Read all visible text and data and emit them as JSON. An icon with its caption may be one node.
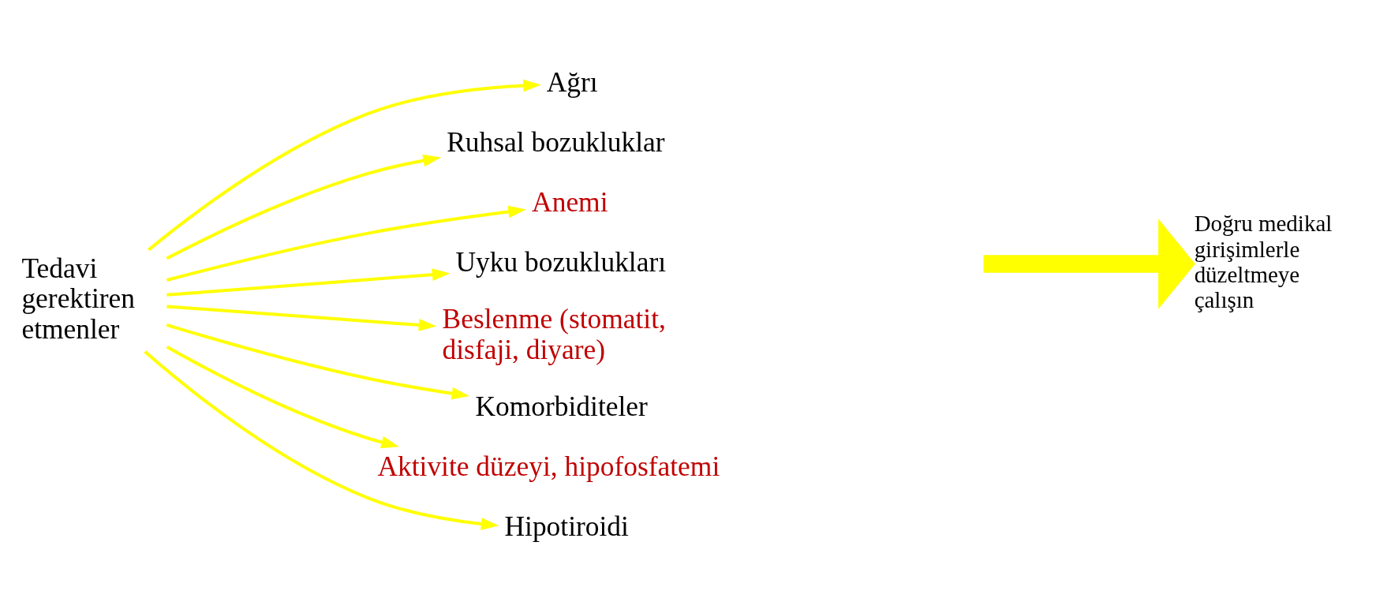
{
  "diagram": {
    "nodes": [
      {
        "text": [
          "Tedavi gerektiren etmenler"
        ]
      },
      {
        "text": [
          "Ağrı"
        ]
      },
      {
        "text": [
          "Ruhsal bozukluklar"
        ]
      },
      {
        "text": [
          "Anemi"
        ]
      },
      {
        "text": [
          "Uyku bozuklukları"
        ]
      },
      {
        "text": [
          "Beslenme (stomatit, disfaji, diyare)"
        ]
      },
      {
        "text": [
          "Komorbiditeler"
        ]
      },
      {
        "text": [
          "Aktivite düzeyi, hipofosfatemi"
        ]
      },
      {
        "text": [
          "Hipotiroidi"
        ]
      },
      {
        "text": [
          "Doğru medikal girişimlerle düzeltmeye çalışın"
        ]
      }
    ],
    "edges": [
      {
        "from": 0,
        "to": 1,
        "arrow": "to"
      },
      {
        "from": 0,
        "to": 2,
        "arrow": "to"
      },
      {
        "from": 0,
        "to": 3,
        "arrow": "to"
      },
      {
        "from": 0,
        "to": 4,
        "arrow": "to"
      },
      {
        "from": 0,
        "to": 5,
        "arrow": "to"
      },
      {
        "from": 0,
        "to": 6,
        "arrow": "to"
      },
      {
        "from": 0,
        "to": 7,
        "arrow": "to"
      },
      {
        "from": 0,
        "to": 8,
        "arrow": "to"
      },
      {
        "from": null,
        "to": 9,
        "arrow": "to",
        "style": "thick"
      }
    ]
  }
}
